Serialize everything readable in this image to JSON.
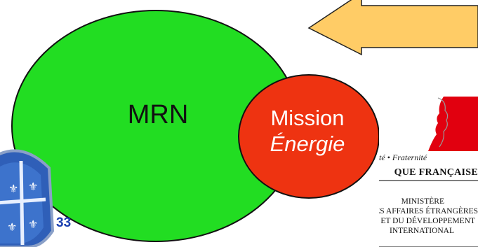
{
  "nodes": {
    "large_circle_label": "MRN",
    "small_circle_label_line1": "Mission",
    "small_circle_label_line2": "Énergie"
  },
  "page_number": "33",
  "logo": {
    "motto_fragment": "té • Fraternité",
    "republic_fragment": "QUE FRANÇAISE",
    "ministry_lines": [
      "MINISTÈRE",
      "DES AFFAIRES ÉTRANGÈRES",
      "ET DU DÉVELOPPEMENT",
      "INTERNATIONAL"
    ]
  },
  "colors": {
    "large_circle": "#22dd22",
    "small_circle": "#ee3311",
    "arrow": "#ffcc66",
    "tricolor_red": "#e1000f",
    "page_number": "#1a3fb0"
  }
}
